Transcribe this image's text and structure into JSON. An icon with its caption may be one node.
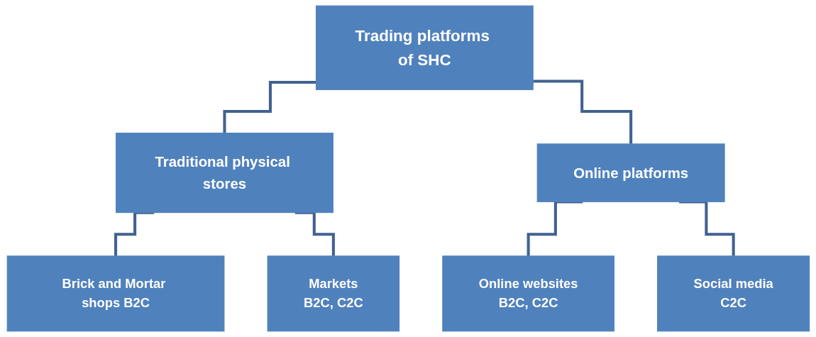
{
  "diagram": {
    "nodes": [
      {
        "text": [
          "Trading platforms of SHC"
        ]
      },
      {
        "text": [
          "Traditional physical stores"
        ]
      },
      {
        "text": [
          "Online platforms"
        ]
      },
      {
        "text": [
          "Brick and Mortar shops B2C"
        ]
      },
      {
        "text": [
          "Markets",
          "B2C, C2C"
        ]
      },
      {
        "text": [
          "Online websites",
          "B2C, C2C"
        ]
      },
      {
        "text": [
          "Social media",
          "C2C"
        ]
      }
    ],
    "edges": [
      {
        "from": 0,
        "to": 1,
        "arrow": "none"
      },
      {
        "from": 0,
        "to": 2,
        "arrow": "none"
      },
      {
        "from": 1,
        "to": 3,
        "arrow": "none"
      },
      {
        "from": 1,
        "to": 4,
        "arrow": "none"
      },
      {
        "from": 2,
        "to": 5,
        "arrow": "none"
      },
      {
        "from": 2,
        "to": 6,
        "arrow": "none"
      }
    ]
  }
}
